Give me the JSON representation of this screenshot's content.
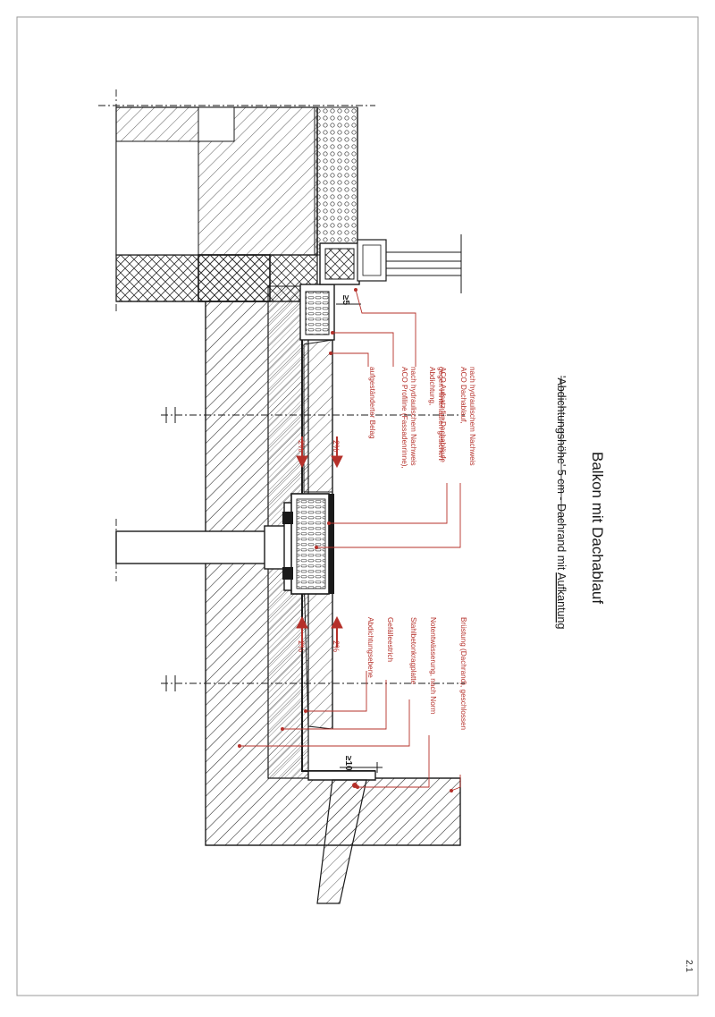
{
  "title": "Balkon mit Dachablauf",
  "subtitle_prefix": "'Abdichtungshöhe' 5 cm - Dachrand mit ",
  "subtitle_underlined": "Aufkantung",
  "page_number": "2.1",
  "colors": {
    "annotation": "#b5302a",
    "line": "#1a1a1a",
    "frame": "#9a9a9a"
  },
  "callouts_right": [
    {
      "lines": [
        "ACO Dachablauf,",
        "nach hydraulischem Nachweis"
      ]
    },
    {
      "lines": [
        "ACO Aufsatz für Dachabläufe"
      ]
    },
    {
      "lines": [
        "Abdichtung,",
        "gegen Hinterlaufen gesichert"
      ]
    },
    {
      "lines": [
        "ACO Profiline (Fassadenrinne),",
        "nach hydraulischem Nachweis"
      ]
    },
    {
      "lines": [
        "aufgeständerter Belag"
      ]
    }
  ],
  "callouts_left": [
    {
      "lines": [
        "Brüstung (Dachrand), geschlossen"
      ]
    },
    {
      "lines": [
        "Notentwässerung, nach Norm"
      ]
    },
    {
      "lines": [
        "Stahlbetonkragplatte"
      ]
    },
    {
      "lines": [
        "Gefälleestrich"
      ]
    },
    {
      "lines": [
        "Abdichtungsebene"
      ]
    }
  ],
  "slopes": {
    "upper_outer": "2%",
    "upper_inner": "2%",
    "lower_outer": "2%",
    "lower_inner": "2%"
  },
  "dimensions": {
    "upturn_height": "≥5",
    "parapet_gap": "≥10"
  }
}
